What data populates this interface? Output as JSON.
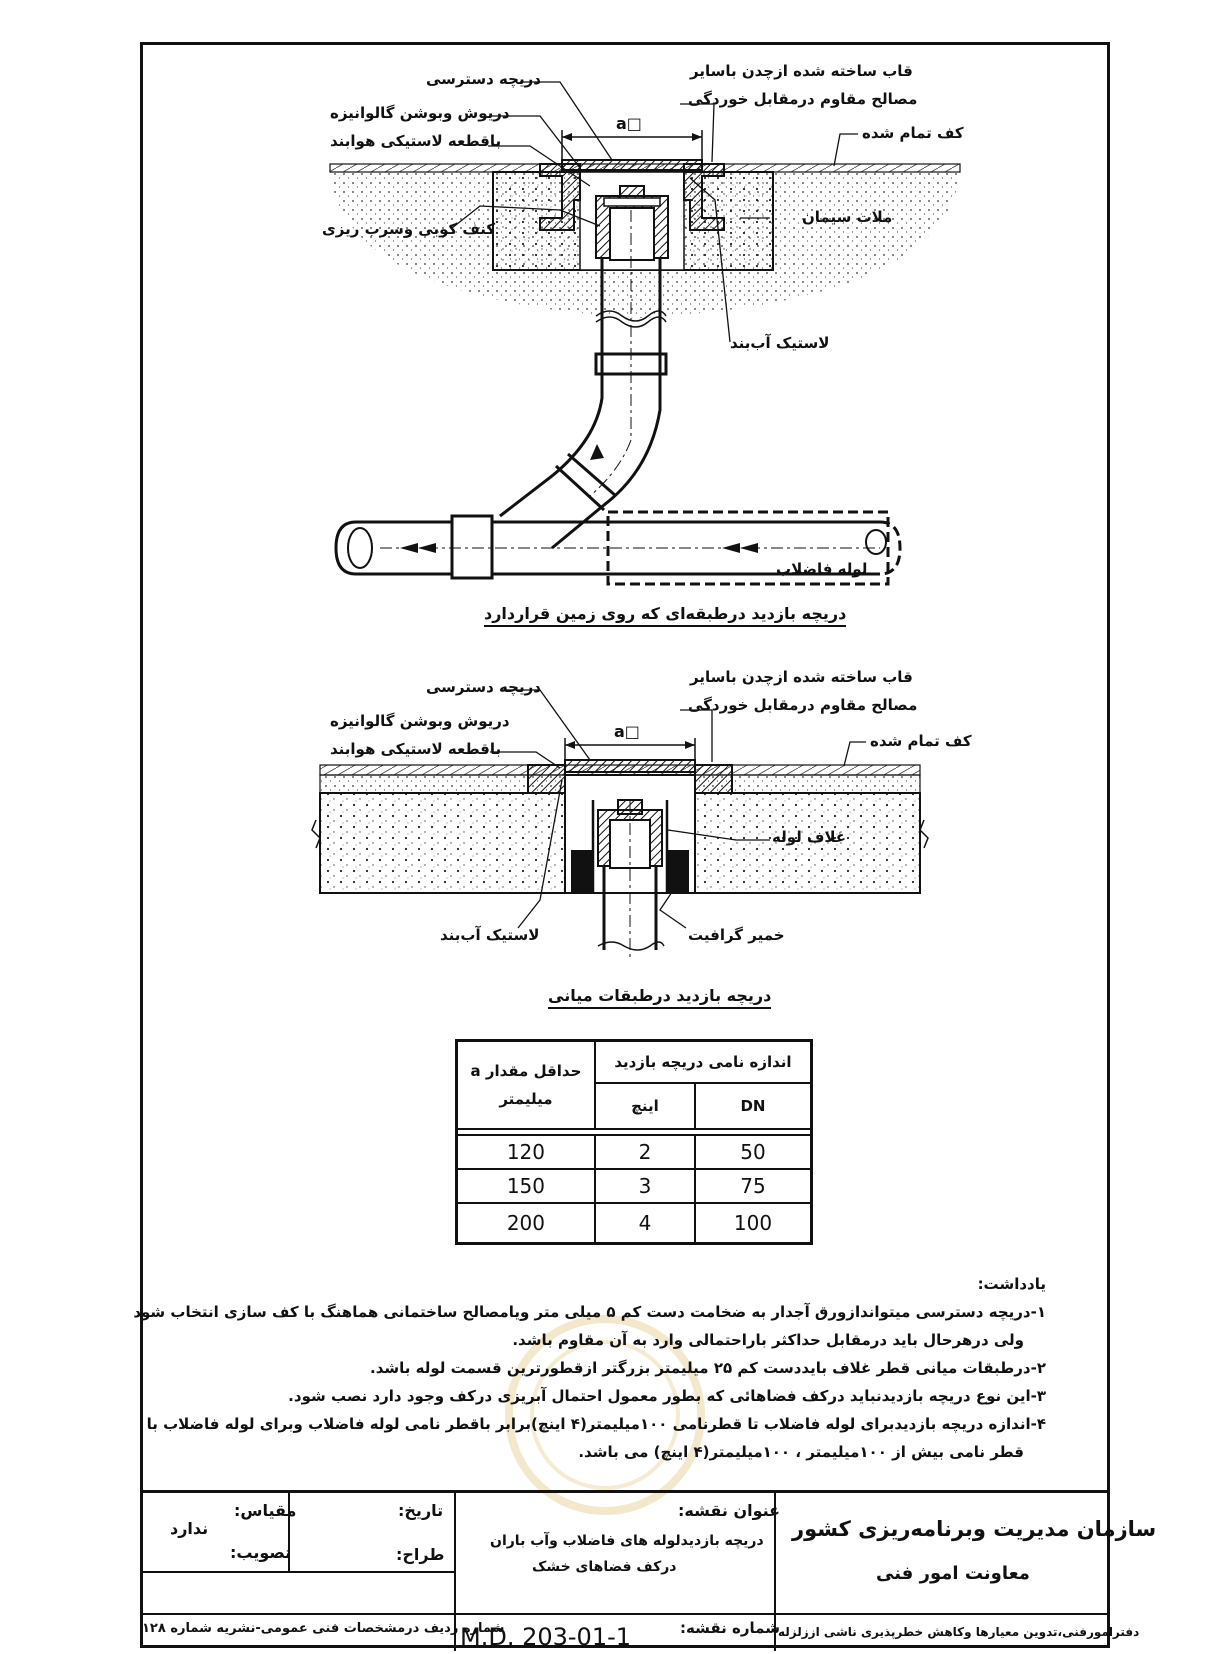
{
  "figure1": {
    "labels": {
      "access_door": "دریچه دسترسی",
      "galvanized_door": "دریوش وبوشن گالوانیزه",
      "airtight_ring": "باقطعه لاستیکی هوابند",
      "frame": "قاب ساخته شده ازچدن باسایر",
      "frame2": "مصالح مقاوم درمقابل خوردگی",
      "finished_floor": "کف تمام شده",
      "cement_mortar": "ملات سیمان",
      "caulking": "کنف کوبی وسرب ریزی",
      "rubber_seal": "لاستیک آب‌بند",
      "sewer_pipe": "لوله فاضلاب",
      "dim_a": "□a"
    },
    "caption": "دریچه بازدید درطبقه‌ای که روی زمین قراردارد"
  },
  "figure2": {
    "labels": {
      "access_door": "دریچه دسترسی",
      "galvanized_door": "دریوش وبوشن گالوانیزه",
      "airtight_ring": "باقطعه لاستیکی هوابند",
      "frame": "قاب ساخته شده ازچدن باسایر",
      "frame2": "مصالح مقاوم درمقابل خوردگی",
      "finished_floor": "کف تمام شده",
      "pipe_sleeve": "غلاف لوله",
      "rubber_seal": "لاستیک آب‌بند",
      "graphite_paste": "خمیر گرافیت",
      "dim_a": "□a"
    },
    "caption": "دریچه بازدید درطبقات میانی"
  },
  "table": {
    "header_min_a": "حداقل مقدار a",
    "header_min_a_unit": "میلیمتر",
    "header_nominal": "اندازه نامی دریچه بازدید",
    "header_inch": "اینچ",
    "header_dn": "DN",
    "rows": [
      {
        "a": "120",
        "inch": "2",
        "dn": "50"
      },
      {
        "a": "150",
        "inch": "3",
        "dn": "75"
      },
      {
        "a": "200",
        "inch": "4",
        "dn": "100"
      }
    ]
  },
  "notes": {
    "title": "یادداشت:",
    "lines": [
      "۱-دریچه دسترسی میتواندازورق آجدار به ضخامت دست کم ۵ میلی متر ویامصالح ساختمانی هماهنگ با کف سازی انتخاب شود",
      "ولی درهرحال باید درمقابل حداکثر باراحتمالی وارد به آن مقاوم باشد.",
      "۲-درطبقات میانی قطر غلاف بایددست کم ۲۵ میلیمتر بزرگتر ازقطورترین قسمت لوله باشد.",
      "۳-این نوع دریچه بازدیدنباید درکف فضاهائی که بطور معمول احتمال آبریزی درکف وجود دارد نصب شود.",
      "۴-اندازه دریچه بازدیدبرای لوله فاضلاب تا قطرنامی ۱۰۰میلیمتر(۴ اینچ)برابر باقطر نامی لوله فاضلاب وبرای لوله فاضلاب با",
      "قطر نامی بیش از ۱۰۰میلیمتر ، ۱۰۰میلیمتر(۴ اینچ) می باشد."
    ]
  },
  "titleblock": {
    "org1": "سازمان مدیریت وبرنامه‌ریزی کشور",
    "org2": "معاونت امور فنی",
    "office": "دفترامورفنی،تدوین معیارها وکاهش خطرپذیری ناشی اززلزله",
    "drawing_title_label": "عنوان نقشه:",
    "drawing_title1": "دریچه بازدیدلوله های فاضلاب وآب باران",
    "drawing_title2": "درکف فضاهای خشک",
    "drawing_no_label": "شماره نقشه:",
    "drawing_no": "M.D. 203-01-1",
    "date_label": "تاریخ:",
    "designer_label": "طراح:",
    "scale_label": "مقیاس:",
    "scale_value": "ندارد",
    "approval_label": "تصویب:",
    "spec_row": "شماره ردیف درمشخصات فنی عمومی-نشریه شماره ۱۲۸"
  }
}
